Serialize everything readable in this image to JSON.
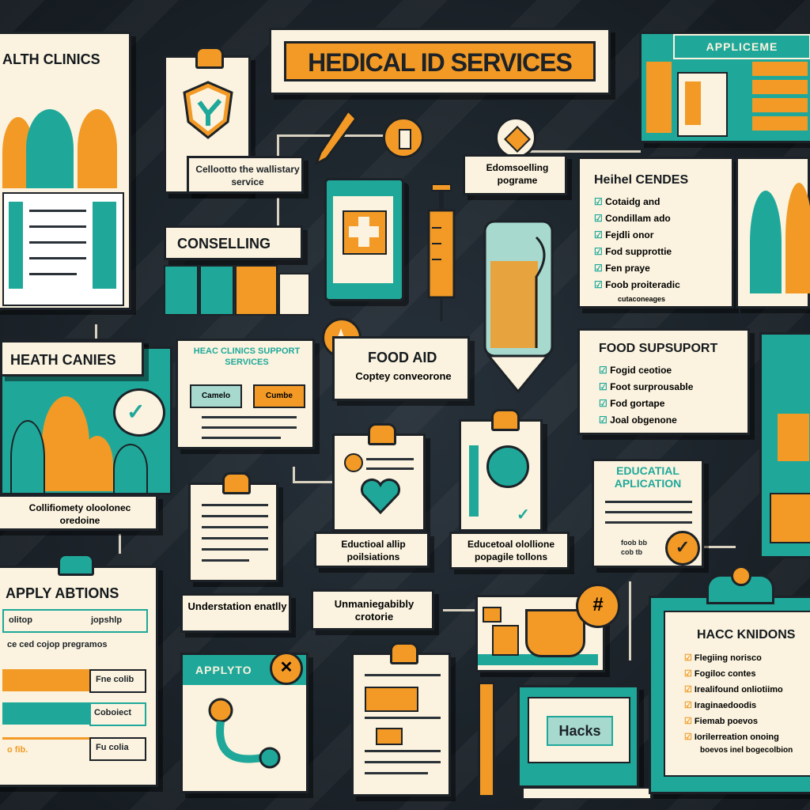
{
  "header": {
    "title": "HEDICAL ID SERVICES"
  },
  "cards": {
    "health_clinics": {
      "title": "ALTH CLINICS"
    },
    "clipboard_top": {
      "label": "Cellootto the wallistary service"
    },
    "counselling": {
      "title": "CONSELLING"
    },
    "educounselling": {
      "label": "Edomsoelling pograme"
    },
    "application": {
      "title": "APPLICEME"
    },
    "checklist": {
      "title": "Heihel CENDES",
      "items": [
        "Cotaidg and",
        "Condillam ado",
        "Fejdli onor",
        "Fod supprottie",
        "Fen praye",
        "Foob proiteradic",
        "cutaconeages"
      ]
    },
    "heath_canies": {
      "title": "HEATH CANIES",
      "caption": "Collifiomety oloolonec oredoine"
    },
    "support_services": {
      "title": "HEAC CLINICS SUPPORT SERVICES",
      "btn1": "Camelo",
      "btn2": "Cumbe"
    },
    "food_aid": {
      "title": "FOOD AID",
      "subtitle": "Coptey conveorone"
    },
    "food_support": {
      "title": "FOOD SUPSUPORT",
      "items": [
        "Fogid ceotioe",
        "Foot surprousable",
        "Fod gortape",
        "Joal obgenone"
      ]
    },
    "educational_app": {
      "title": "EDUCATIAL APLICATION",
      "small1": "foob bb",
      "small2": "cob tb"
    },
    "educ_all": {
      "label": "Eductioal allip poilsiations"
    },
    "educ_clothing": {
      "label": "Educetoal olollione popagile tollons"
    },
    "understation": {
      "label": "Understation enatlly"
    },
    "unmaniegably": {
      "label": "Unmaniegabibly crotorie"
    },
    "apply_actions": {
      "title": "APPLY ABTIONS",
      "rows": [
        [
          "olitop",
          "jopshlp"
        ],
        [
          "ce ced cojop pregramos",
          ""
        ],
        [
          "",
          "Fne colib"
        ],
        [
          "",
          "Coboiect"
        ],
        [
          "o fib.",
          "Fu colia"
        ]
      ]
    },
    "apply_to": {
      "title": "APPLYTO"
    },
    "hacks": {
      "label": "Hacks"
    },
    "hacc": {
      "title": "HACC KNIDONS",
      "items": [
        "Flegiing norisco",
        "Fogiloc contes",
        "Irealifound onliotiimo",
        "Iraginaedoodis",
        "Fiemab poevos",
        "Iorilerreation onoing",
        "boevos inel bogecolbion"
      ]
    }
  }
}
